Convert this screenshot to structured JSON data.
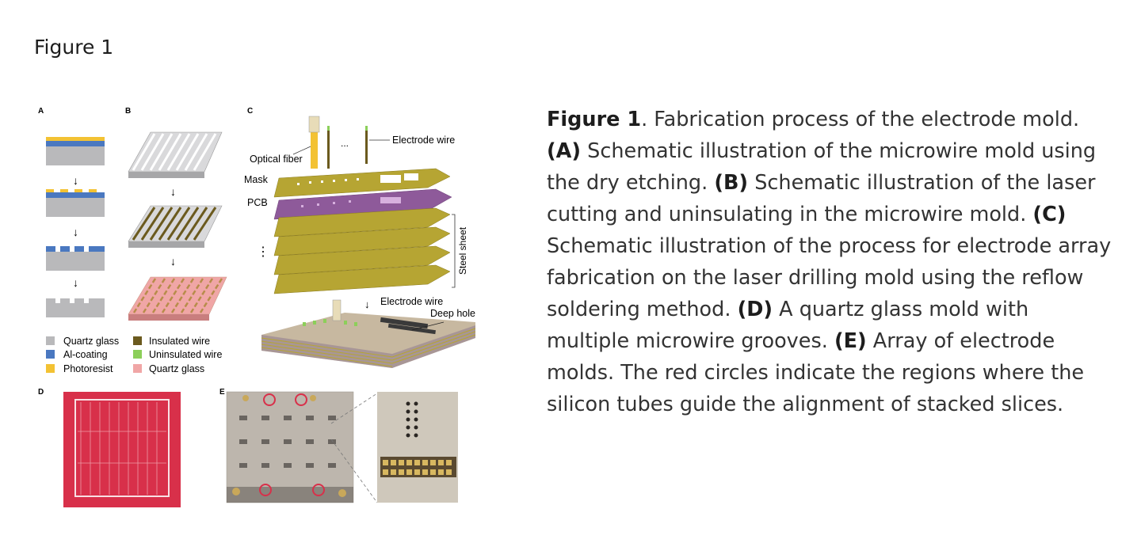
{
  "heading": "Figure 1",
  "panels": {
    "a": "A",
    "b": "B",
    "c": "C",
    "d": "D",
    "e": "E"
  },
  "legend": {
    "quartz_glass": "Quartz glass",
    "al_coating": "Al-coating",
    "photoresist": "Photoresist",
    "insulated_wire": "Insulated wire",
    "uninsulated_wire": "Uninsulated wire",
    "quartz_glass_2": "Quartz glass"
  },
  "labels_c": {
    "optical_fiber": "Optical fiber",
    "electrode_wire": "Electrode wire",
    "ellipsis": "...",
    "mask": "Mask",
    "pcb": "PCB",
    "steel_sheet": "Steel sheet",
    "vdots": "⋮",
    "electrode_wire_2": "Electrode wire",
    "deep_hole": "Deep hole"
  },
  "colors": {
    "quartz": "#b9b9bb",
    "al": "#4a78c0",
    "photoresist": "#f3c233",
    "insulated": "#6b5a1e",
    "uninsulated": "#8ccf5a",
    "pink": "#f0a6a6",
    "mask": "#b6a533",
    "pcb": "#8e5a9a",
    "red": "#d8304a"
  },
  "caption": {
    "fig": "Figure 1",
    "intro": ". Fabrication process of the electrode mold. ",
    "a_tag": "(A)",
    "a_text": " Schematic illustration of the microwire mold using the dry etching. ",
    "b_tag": "(B)",
    "b_text": " Schematic illustration of the laser cutting and uninsulating in the microwire mold. ",
    "c_tag": "(C)",
    "c_text": " Schematic illustration of the process for electrode array fabrication on the laser drilling mold using the reflow soldering method. ",
    "d_tag": "(D)",
    "d_text": " A quartz glass mold with multiple microwire grooves. ",
    "e_tag": "(E)",
    "e_text": " Array of electrode molds. The red circles indicate the regions where the silicon tubes guide the alignment of stacked slices."
  }
}
